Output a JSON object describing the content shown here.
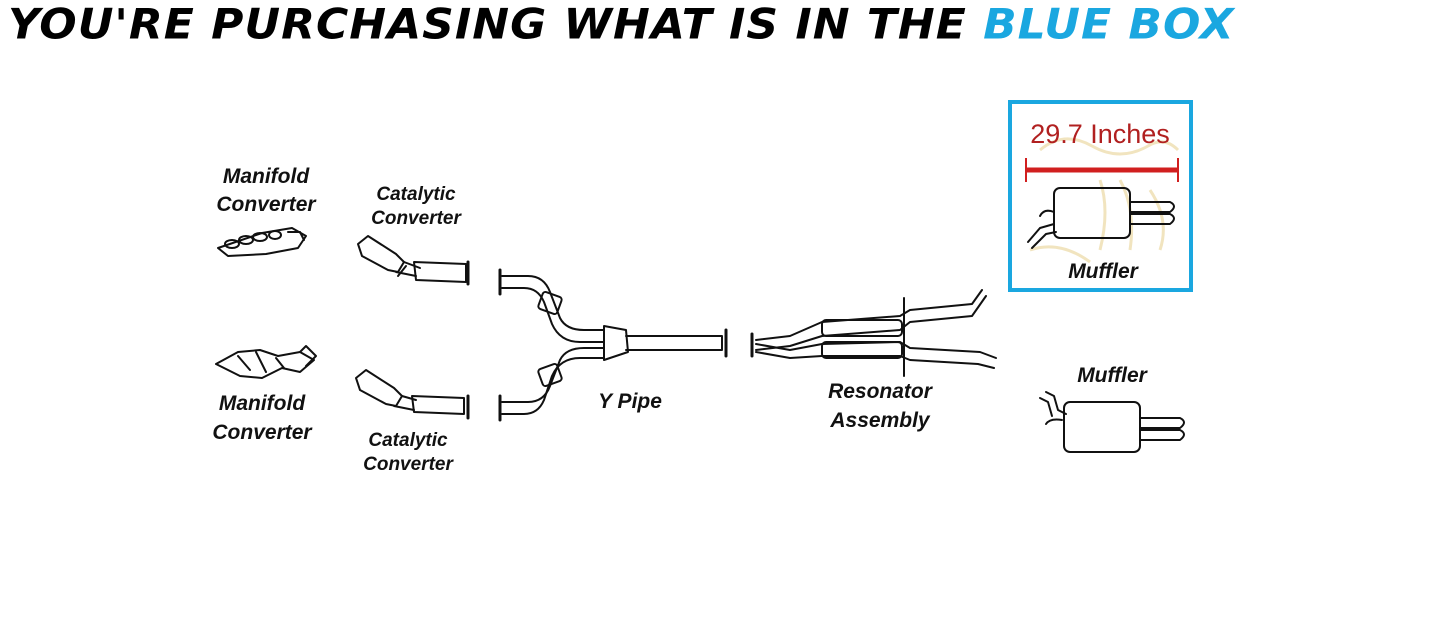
{
  "banner": {
    "text_main": "YOU'RE PURCHASING WHAT IS IN THE ",
    "text_accent": "BLUE BOX",
    "accent_color": "#1aa7e0"
  },
  "diagram": {
    "highlight_color": "#1aa7e0",
    "dimension_color": "#d11f1f",
    "labels": {
      "manifold_top_line1": "Manifold",
      "manifold_top_line2": "Converter",
      "catalytic_top_line1": "Catalytic",
      "catalytic_top_line2": "Converter",
      "manifold_bottom_line1": "Manifold",
      "manifold_bottom_line2": "Converter",
      "catalytic_bottom_line1": "Catalytic",
      "catalytic_bottom_line2": "Converter",
      "y_pipe": "Y Pipe",
      "resonator_line1": "Resonator",
      "resonator_line2": "Assembly",
      "muffler_boxed": "Muffler",
      "muffler_plain": "Muffler",
      "dimension": "29.7 Inches"
    },
    "icons": [
      "manifold-converter-icon",
      "catalytic-converter-icon",
      "y-pipe-icon",
      "resonator-assembly-icon",
      "muffler-icon"
    ]
  }
}
